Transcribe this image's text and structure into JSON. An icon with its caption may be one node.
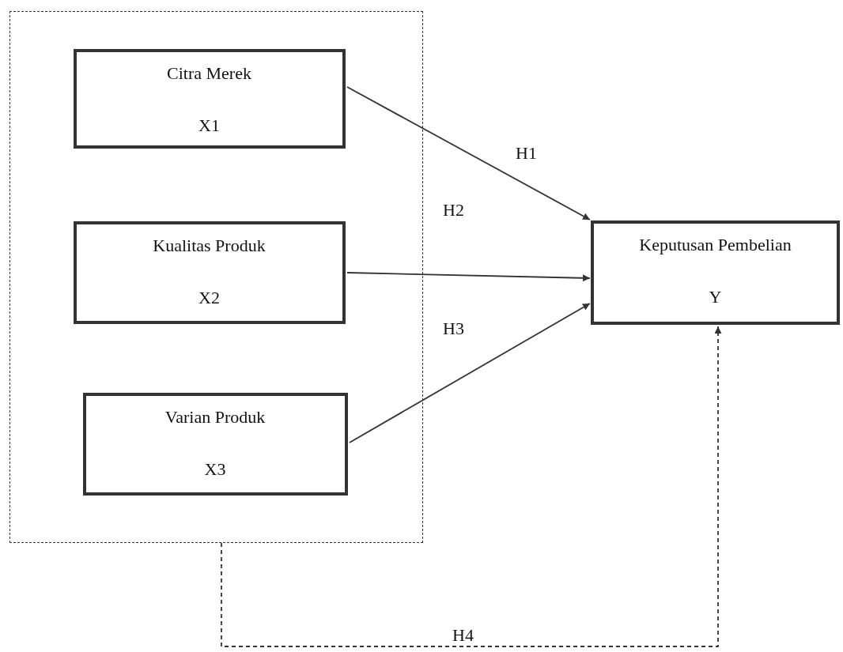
{
  "diagram": {
    "nodes": [
      {
        "text": [],
        "shape": "box"
      },
      {
        "text": [
          "Citra Merek",
          "X1"
        ],
        "in": 0
      },
      {
        "text": [
          "Kualitas Produk",
          "X2"
        ],
        "in": 0
      },
      {
        "text": [
          "Varian Produk",
          "X3"
        ],
        "in": 0
      },
      {
        "text": [
          "Keputusan Pembelian",
          "Y"
        ]
      }
    ],
    "edges": [
      {
        "from": 1,
        "to": 4,
        "arrow": "to",
        "label": "H1"
      },
      {
        "from": 2,
        "to": 4,
        "arrow": "to",
        "label": "H2"
      },
      {
        "from": 3,
        "to": 4,
        "arrow": "to",
        "label": "H3"
      },
      {
        "from": 0,
        "to": 4,
        "arrow": "to",
        "label": "H4",
        "style": "dashed"
      }
    ]
  }
}
